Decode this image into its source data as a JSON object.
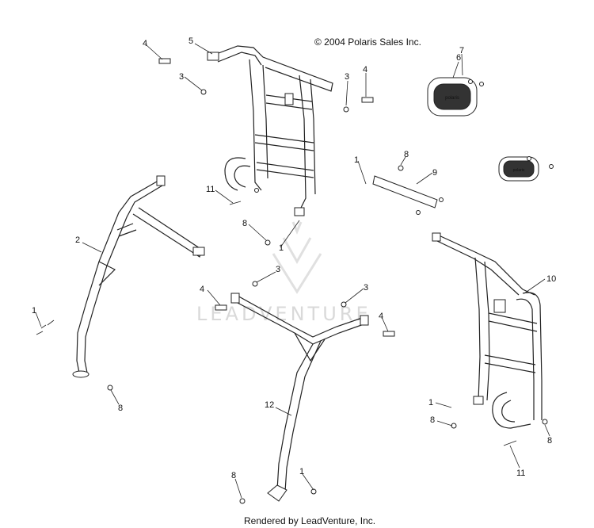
{
  "header": {
    "copyright": "© 2004 Polaris Sales Inc."
  },
  "footer": {
    "rendered_by": "Rendered by LeadVenture, Inc."
  },
  "watermark": {
    "text": "LEADVENTURE"
  },
  "callouts": [
    {
      "label": "4"
    },
    {
      "label": "5"
    },
    {
      "label": "3"
    },
    {
      "label": "3"
    },
    {
      "label": "4"
    },
    {
      "label": "6"
    },
    {
      "label": "7"
    },
    {
      "label": "8"
    },
    {
      "label": "9"
    },
    {
      "label": "1"
    },
    {
      "label": "11"
    },
    {
      "label": "8"
    },
    {
      "label": "1"
    },
    {
      "label": "2"
    },
    {
      "label": "3"
    },
    {
      "label": "4"
    },
    {
      "label": "3"
    },
    {
      "label": "4"
    },
    {
      "label": "1"
    },
    {
      "label": "8"
    },
    {
      "label": "12"
    },
    {
      "label": "10"
    },
    {
      "label": "1"
    },
    {
      "label": "8"
    },
    {
      "label": "8"
    },
    {
      "label": "11"
    },
    {
      "label": "8"
    },
    {
      "label": "1"
    }
  ]
}
